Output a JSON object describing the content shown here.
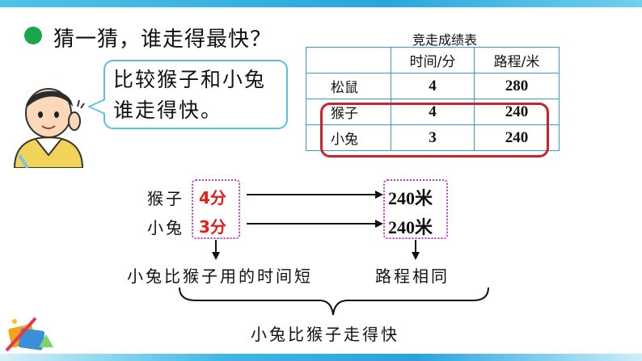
{
  "heading": "猜一猜，谁走得最快？",
  "bubble": {
    "line1": "比较猴子和小兔",
    "line2": "谁走得快。"
  },
  "table": {
    "caption": "竞走成绩表",
    "headers": [
      "",
      "时间/分",
      "路程/米"
    ],
    "rows": [
      [
        "松鼠",
        "4",
        "280"
      ],
      [
        "猴子",
        "4",
        "240"
      ],
      [
        "小兔",
        "3",
        "240"
      ]
    ]
  },
  "analysis": {
    "monkey_label": "猴子",
    "rabbit_label": "小兔",
    "monkey_time": "4分",
    "rabbit_time": "3分",
    "monkey_distance": "240米",
    "rabbit_distance": "240米",
    "time_note": "小兔比猴子用的时间短",
    "distance_note": "路程相同",
    "conclusion": "小兔比猴子走得快"
  },
  "colors": {
    "highlight": "#d0202e",
    "dotted_box": "#c23ac0",
    "accent_blue": "#3a9fd0",
    "dot_green": "#1ba64a"
  },
  "icons": [
    "green-dot-bullet",
    "boy-avatar",
    "school-supplies-icon"
  ]
}
